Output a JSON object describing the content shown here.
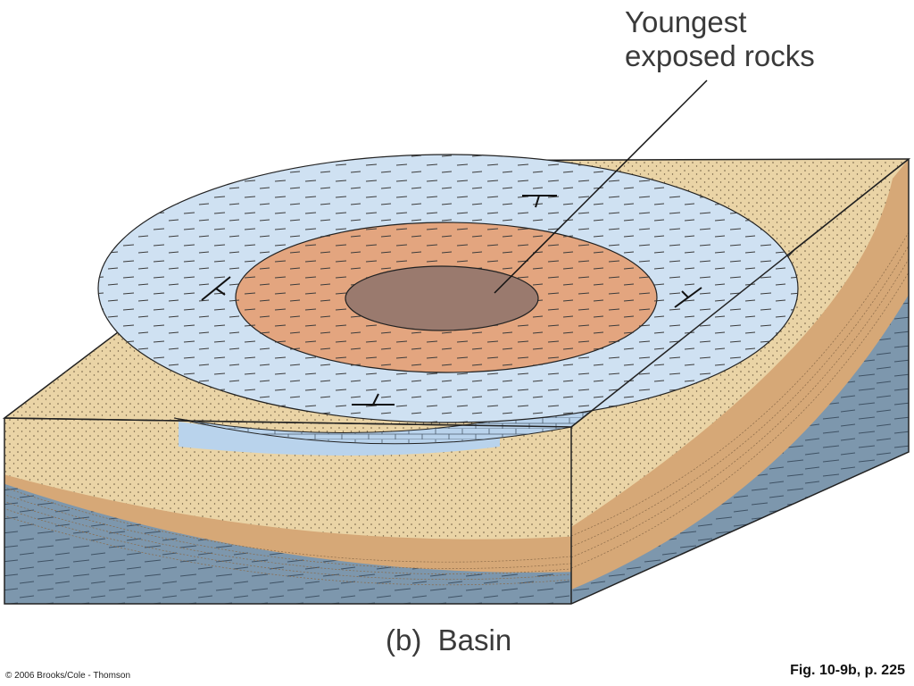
{
  "callout": {
    "line1": "Youngest",
    "line2": "exposed rocks"
  },
  "caption": "(b)  Basin",
  "copyright": "© 2006 Brooks/Cole - Thomson",
  "figure_ref": "Fig. 10-9b, p. 225",
  "colors": {
    "sandstone": "#ead4a6",
    "striped_band": "#d6a877",
    "shale_blue": "#7d97ad",
    "limestone": "#b9d3ec",
    "ring_blue": "#cfe1f2",
    "ring_orange": "#e3a57f",
    "core_brown": "#9a7a6e",
    "outline": "#222222"
  }
}
